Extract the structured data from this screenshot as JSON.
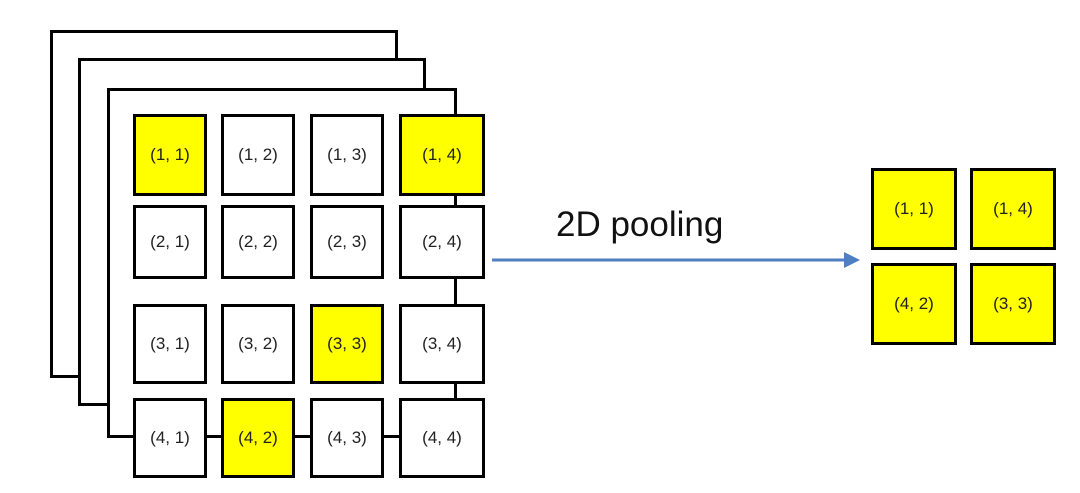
{
  "colors": {
    "highlight": "#ffff00",
    "cell_border": "#000000",
    "arrow": "#4f7fc0"
  },
  "input_grid": {
    "rows": [
      [
        {
          "label": "(1, 1)",
          "selected": true
        },
        {
          "label": "(1, 2)",
          "selected": false
        },
        {
          "label": "(1, 3)",
          "selected": false
        },
        {
          "label": "(1, 4)",
          "selected": true
        }
      ],
      [
        {
          "label": "(2, 1)",
          "selected": false
        },
        {
          "label": "(2, 2)",
          "selected": false
        },
        {
          "label": "(2, 3)",
          "selected": false
        },
        {
          "label": "(2, 4)",
          "selected": false
        }
      ],
      [
        {
          "label": "(3, 1)",
          "selected": false
        },
        {
          "label": "(3, 2)",
          "selected": false
        },
        {
          "label": "(3, 3)",
          "selected": true
        },
        {
          "label": "(3, 4)",
          "selected": false
        }
      ],
      [
        {
          "label": "(4, 1)",
          "selected": false
        },
        {
          "label": "(4, 2)",
          "selected": true
        },
        {
          "label": "(4, 3)",
          "selected": false
        },
        {
          "label": "(4, 4)",
          "selected": false
        }
      ]
    ]
  },
  "operation_label": "2D pooling",
  "output_grid": {
    "rows": [
      [
        "(1, 1)",
        "(1, 4)"
      ],
      [
        "(4, 2)",
        "(3, 3)"
      ]
    ]
  }
}
